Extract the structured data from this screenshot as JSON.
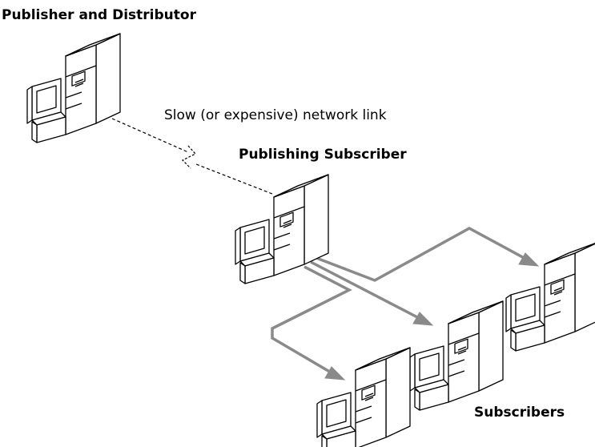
{
  "labels": {
    "publisher_distributor": "Publisher and Distributor",
    "slow_link": "Slow (or expensive) network link",
    "publishing_subscriber": "Publishing Subscriber",
    "subscribers": "Subscribers"
  },
  "colors": {
    "line": "#000000",
    "arrow": "#8a8a8a",
    "fill": "#ffffff"
  },
  "icons": {
    "computer": "server-with-monitor-icon"
  }
}
